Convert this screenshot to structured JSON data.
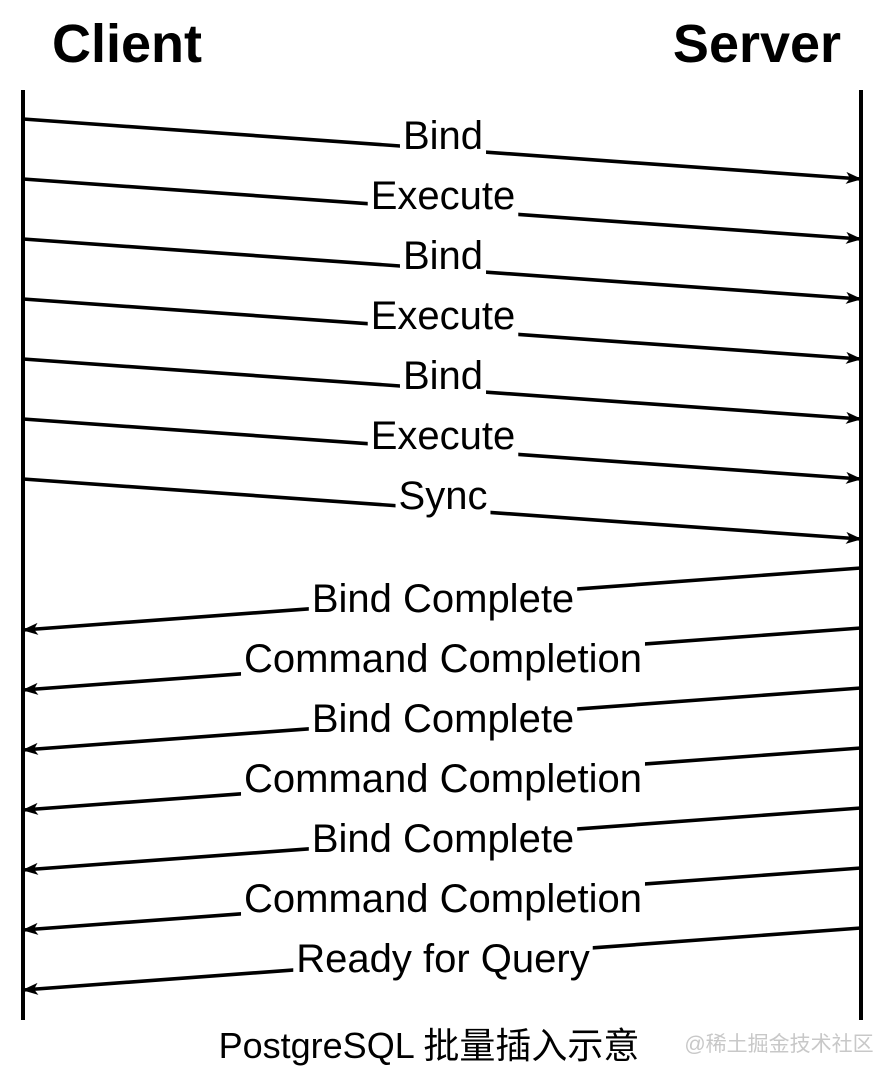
{
  "diagram": {
    "left_actor": "Client",
    "right_actor": "Server",
    "caption": "PostgreSQL 批量插入示意",
    "watermark": "@稀土掘金技术社区",
    "colors": {
      "line": "#000000",
      "background": "#ffffff",
      "watermark_gray": "#c8c8c8"
    },
    "messages": [
      {
        "label": "Bind",
        "from": "Client",
        "to": "Server"
      },
      {
        "label": "Execute",
        "from": "Client",
        "to": "Server"
      },
      {
        "label": "Bind",
        "from": "Client",
        "to": "Server"
      },
      {
        "label": "Execute",
        "from": "Client",
        "to": "Server"
      },
      {
        "label": "Bind",
        "from": "Client",
        "to": "Server"
      },
      {
        "label": "Execute",
        "from": "Client",
        "to": "Server"
      },
      {
        "label": "Sync",
        "from": "Client",
        "to": "Server"
      },
      {
        "label": "Bind Complete",
        "from": "Server",
        "to": "Client"
      },
      {
        "label": "Command Completion",
        "from": "Server",
        "to": "Client"
      },
      {
        "label": "Bind Complete",
        "from": "Server",
        "to": "Client"
      },
      {
        "label": "Command Completion",
        "from": "Server",
        "to": "Client"
      },
      {
        "label": "Bind Complete",
        "from": "Server",
        "to": "Client"
      },
      {
        "label": "Command Completion",
        "from": "Server",
        "to": "Client"
      },
      {
        "label": "Ready for Query",
        "from": "Server",
        "to": "Client"
      }
    ]
  }
}
